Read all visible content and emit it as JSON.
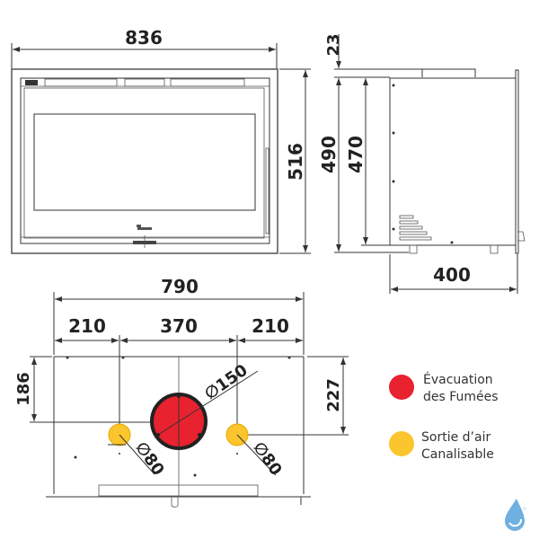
{
  "front_view": {
    "width_label": "836",
    "height_label": "516"
  },
  "side_view": {
    "collar_label": "23",
    "total_height_label": "490",
    "body_height_label": "470",
    "depth_label": "400"
  },
  "top_view": {
    "width_label": "790",
    "left_offset_label": "210",
    "center_span_label": "370",
    "right_offset_label": "210",
    "left_depth_label": "186",
    "right_depth_label": "227",
    "flue_diameter_label": "∅150",
    "air_outlet_left_label": "∅80",
    "air_outlet_right_label": "∅80"
  },
  "legend": {
    "items": [
      {
        "color": "#e8222e",
        "line1": "Évacuation",
        "line2": "des Fumées"
      },
      {
        "color": "#fbc52d",
        "line1": "Sortie d’air",
        "line2": "Canalisable"
      }
    ]
  },
  "colors": {
    "flue": "#e8222e",
    "air_outlet": "#fbc52d",
    "logo": "#6fb0e0"
  }
}
